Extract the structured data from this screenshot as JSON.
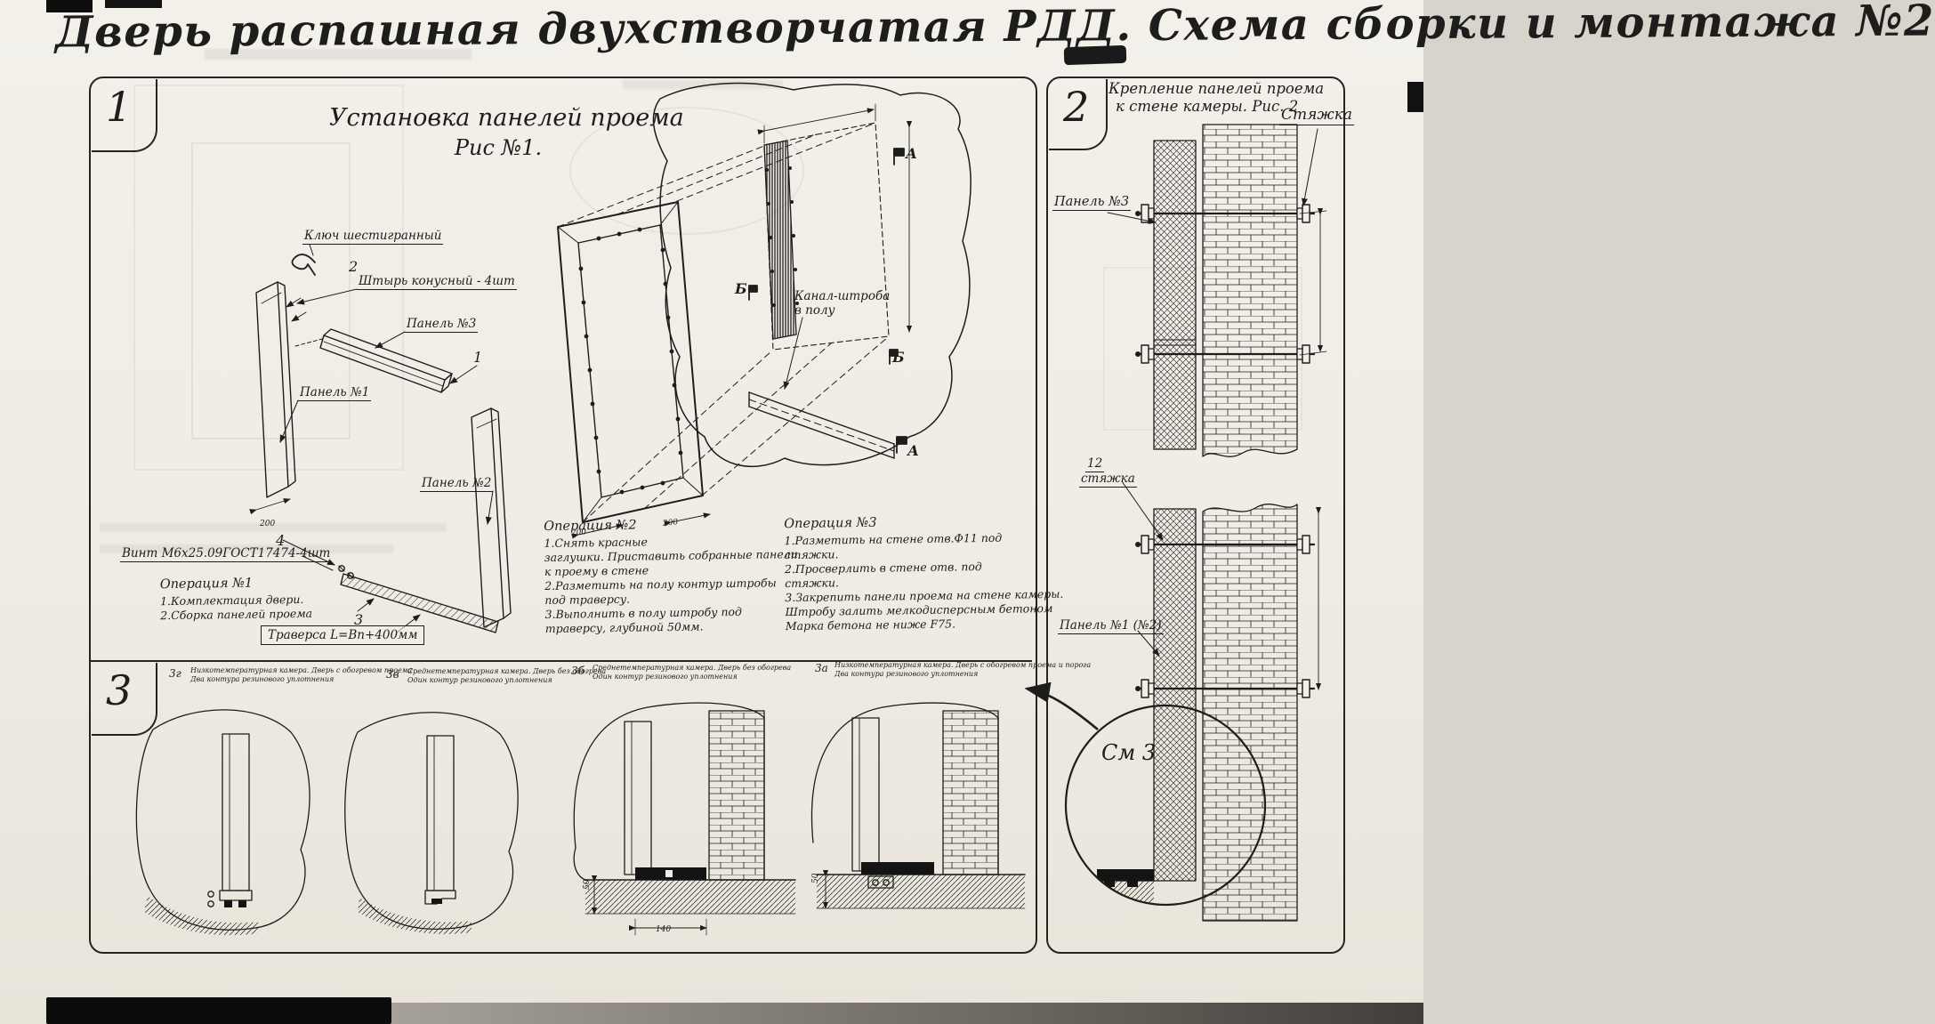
{
  "colors": {
    "ink": "#1d1d1b",
    "paper": "#efece5"
  },
  "title": "Дверь распашная двухстворчатая РДД.  Схема сборки и монтажа №2",
  "fig1": {
    "number": "1",
    "caption": "Установка панелей проема",
    "caption2": "Рис №1.",
    "labels": {
      "hex_key": "Ключ шестигранный",
      "pin_num": "2",
      "pin": "Штырь конусный - 4шт",
      "panel3": "Панель №3",
      "panel3_num": "1",
      "panel1": "Панель №1",
      "panel2": "Панель №2",
      "screw_num": "4",
      "screw": "Винт М6х25.09ГОСТ17474-4шт",
      "traverse_num": "3",
      "traverse": "Траверса  L=Вп+400мм",
      "channel1": "Канал-штроба",
      "channel2": "в полу",
      "sec_a": "А",
      "sec_a2": "А",
      "sec_b": "Б",
      "sec_b2": "Б",
      "dim1": "200",
      "dim2": "200",
      "dim3": "200"
    },
    "op1": {
      "title": "Операция №1",
      "l1": "1.Комплектация двери.",
      "l2": "2.Сборка панелей проема"
    },
    "op2": {
      "title": "Операция №2",
      "l1": "1.Снять красные",
      "l2": "заглушки. Приставить собранные панели",
      "l3": "к проему в стене",
      "l4": "2.Разметить на полу контур штробы",
      "l5": "под траверсу.",
      "l6": "3.Выполнить в полу штробу под",
      "l7": "траверсу, глубиной 50мм."
    },
    "op3": {
      "title": "Операция №3",
      "l1": "1.Разметить на стене отв.Ф11 под",
      "l2": "стяжки.",
      "l3": "2.Просверлить в стене отв.  под",
      "l4": "стяжки.",
      "l5": "3.Закрепить панели проема на стене камеры.",
      "l6": "Штробу залить мелкодисперсным бетоном",
      "l7": "Марка бетона не ниже  F75."
    }
  },
  "fig2": {
    "number": "2",
    "caption": "Крепление панелей проема",
    "caption2": "к стене камеры. Рис. 2",
    "labels": {
      "tie": "Стяжка",
      "panel3": "Панель №3",
      "tie12_num": "12",
      "tie12": "стяжка",
      "panel12": "Панель №1 (№2)",
      "see": "См 3"
    }
  },
  "fig3": {
    "number": "3",
    "views": [
      {
        "code": "3г",
        "c1": "Низкотемпературная камера. Дверь с обогревом проема",
        "c2": "Два контура резинового уплотнения"
      },
      {
        "code": "3в",
        "c1": "Среднетемпературная камера. Дверь без обогрева",
        "c2": "Один контур резинового уплотнения"
      },
      {
        "code": "3б",
        "c1": "Среднетемпературная камера. Дверь без обогрева",
        "c2": "Один контур резинового уплотнения"
      },
      {
        "code": "3а",
        "c1": "Низкотемпературная камера. Дверь с обогревом проема и порога",
        "c2": "Два контура резинового уплотнения"
      }
    ],
    "dims": {
      "d1": "50",
      "d2": "140",
      "d3": "50"
    }
  }
}
